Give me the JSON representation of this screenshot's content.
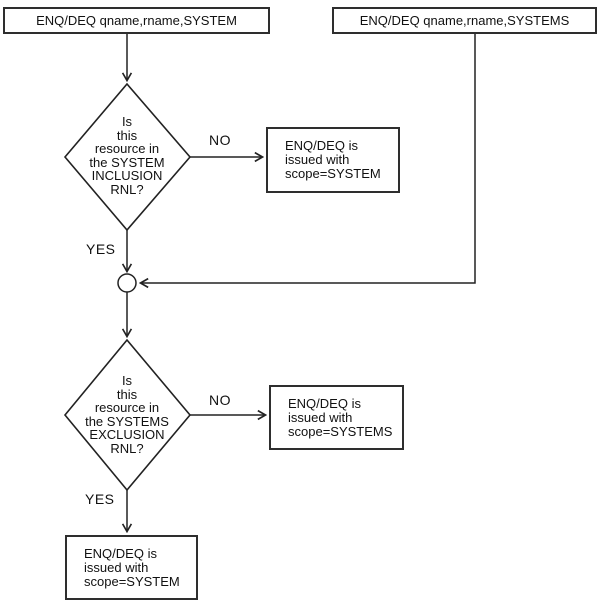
{
  "flowchart": {
    "entry_system": {
      "label": "ENQ/DEQ qname,rname,SYSTEM"
    },
    "entry_systems": {
      "label": "ENQ/DEQ qname,rname,SYSTEMS"
    },
    "inclusion_decision": {
      "question": "Is\nthis\nresource in\nthe SYSTEM\nINCLUSION\nRNL?",
      "no_label": "NO",
      "yes_label": "YES"
    },
    "inclusion_no_result": {
      "label": "ENQ/DEQ is\nissued with\nscope=SYSTEM"
    },
    "exclusion_decision": {
      "question": "Is\nthis\nresource in\nthe SYSTEMS\nEXCLUSION\nRNL?",
      "no_label": "NO",
      "yes_label": "YES"
    },
    "exclusion_no_result": {
      "label": "ENQ/DEQ is\nissued with\nscope=SYSTEMS"
    },
    "exclusion_yes_result": {
      "label": "ENQ/DEQ is\nissued with\nscope=SYSTEM"
    }
  },
  "colors": {
    "line": "#222222",
    "background": "#ffffff",
    "text": "#111111"
  }
}
